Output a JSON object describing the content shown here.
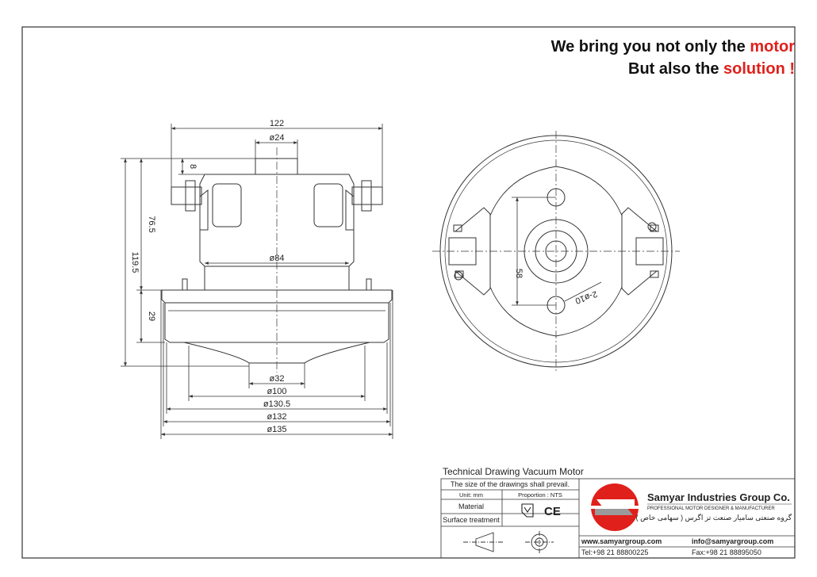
{
  "headline": {
    "line1_prefix": "We bring you not only the ",
    "line1_accent": "motor",
    "line2_prefix": "But also the ",
    "line2_accent": "solution !"
  },
  "colors": {
    "accent": "#e0201b",
    "line": "#333333",
    "logo_red": "#e0201b",
    "logo_grey": "#9a9a9a"
  },
  "side_view": {
    "dims": {
      "overall_width": "122",
      "top_dia": "ø24",
      "top_height": "8",
      "upper_height": "76.5",
      "total_height": "119.5",
      "body_dia": "ø84",
      "lower_height": "29",
      "d32": "ø32",
      "d100": "ø100",
      "d130_5": "ø130.5",
      "d132": "ø132",
      "d135": "ø135"
    }
  },
  "front_view": {
    "dims": {
      "hole_spacing": "58",
      "holes": "2-ø10"
    }
  },
  "title_block": {
    "title": "Technical Drawing Vacuum Motor",
    "note": "The size of the drawings shall prevail.",
    "unit": "Unit: mm",
    "proportion": "Proportion :  NTS",
    "material": "Material",
    "surface": "Surface treatment",
    "ce_mark": "CE",
    "company": "Samyar Industries Group Co.",
    "tagline": "PROFESSIONAL MOTOR DESIGNER & MANUFACTURER",
    "persian": "گروه صنعتی سامیار صنعت تز اگرس ( سهامی خاص )",
    "web": "www.samyargroup.com",
    "email": "info@samyargroup.com",
    "tel": "Tel:+98 21 88800225",
    "fax": "Fax:+98 21 88895050"
  }
}
